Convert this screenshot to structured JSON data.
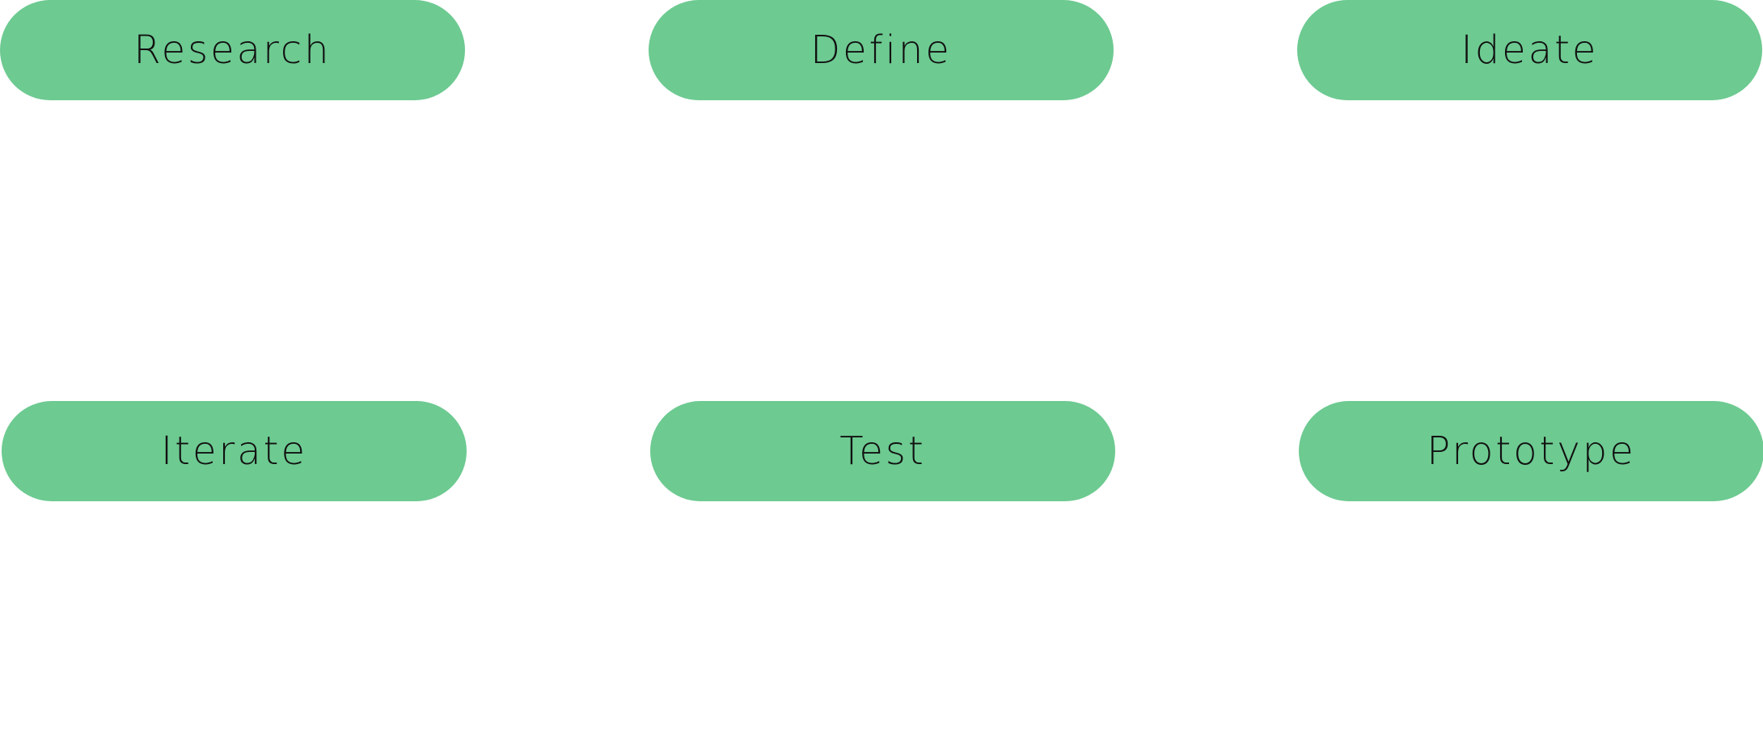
{
  "diagram": {
    "fill_color": "#6dca91",
    "text_color": "#111111",
    "background_color": "#ffffff",
    "steps": [
      {
        "label": "Research"
      },
      {
        "label": "Define"
      },
      {
        "label": "Ideate"
      },
      {
        "label": "Iterate"
      },
      {
        "label": "Test"
      },
      {
        "label": "Prototype"
      }
    ]
  }
}
